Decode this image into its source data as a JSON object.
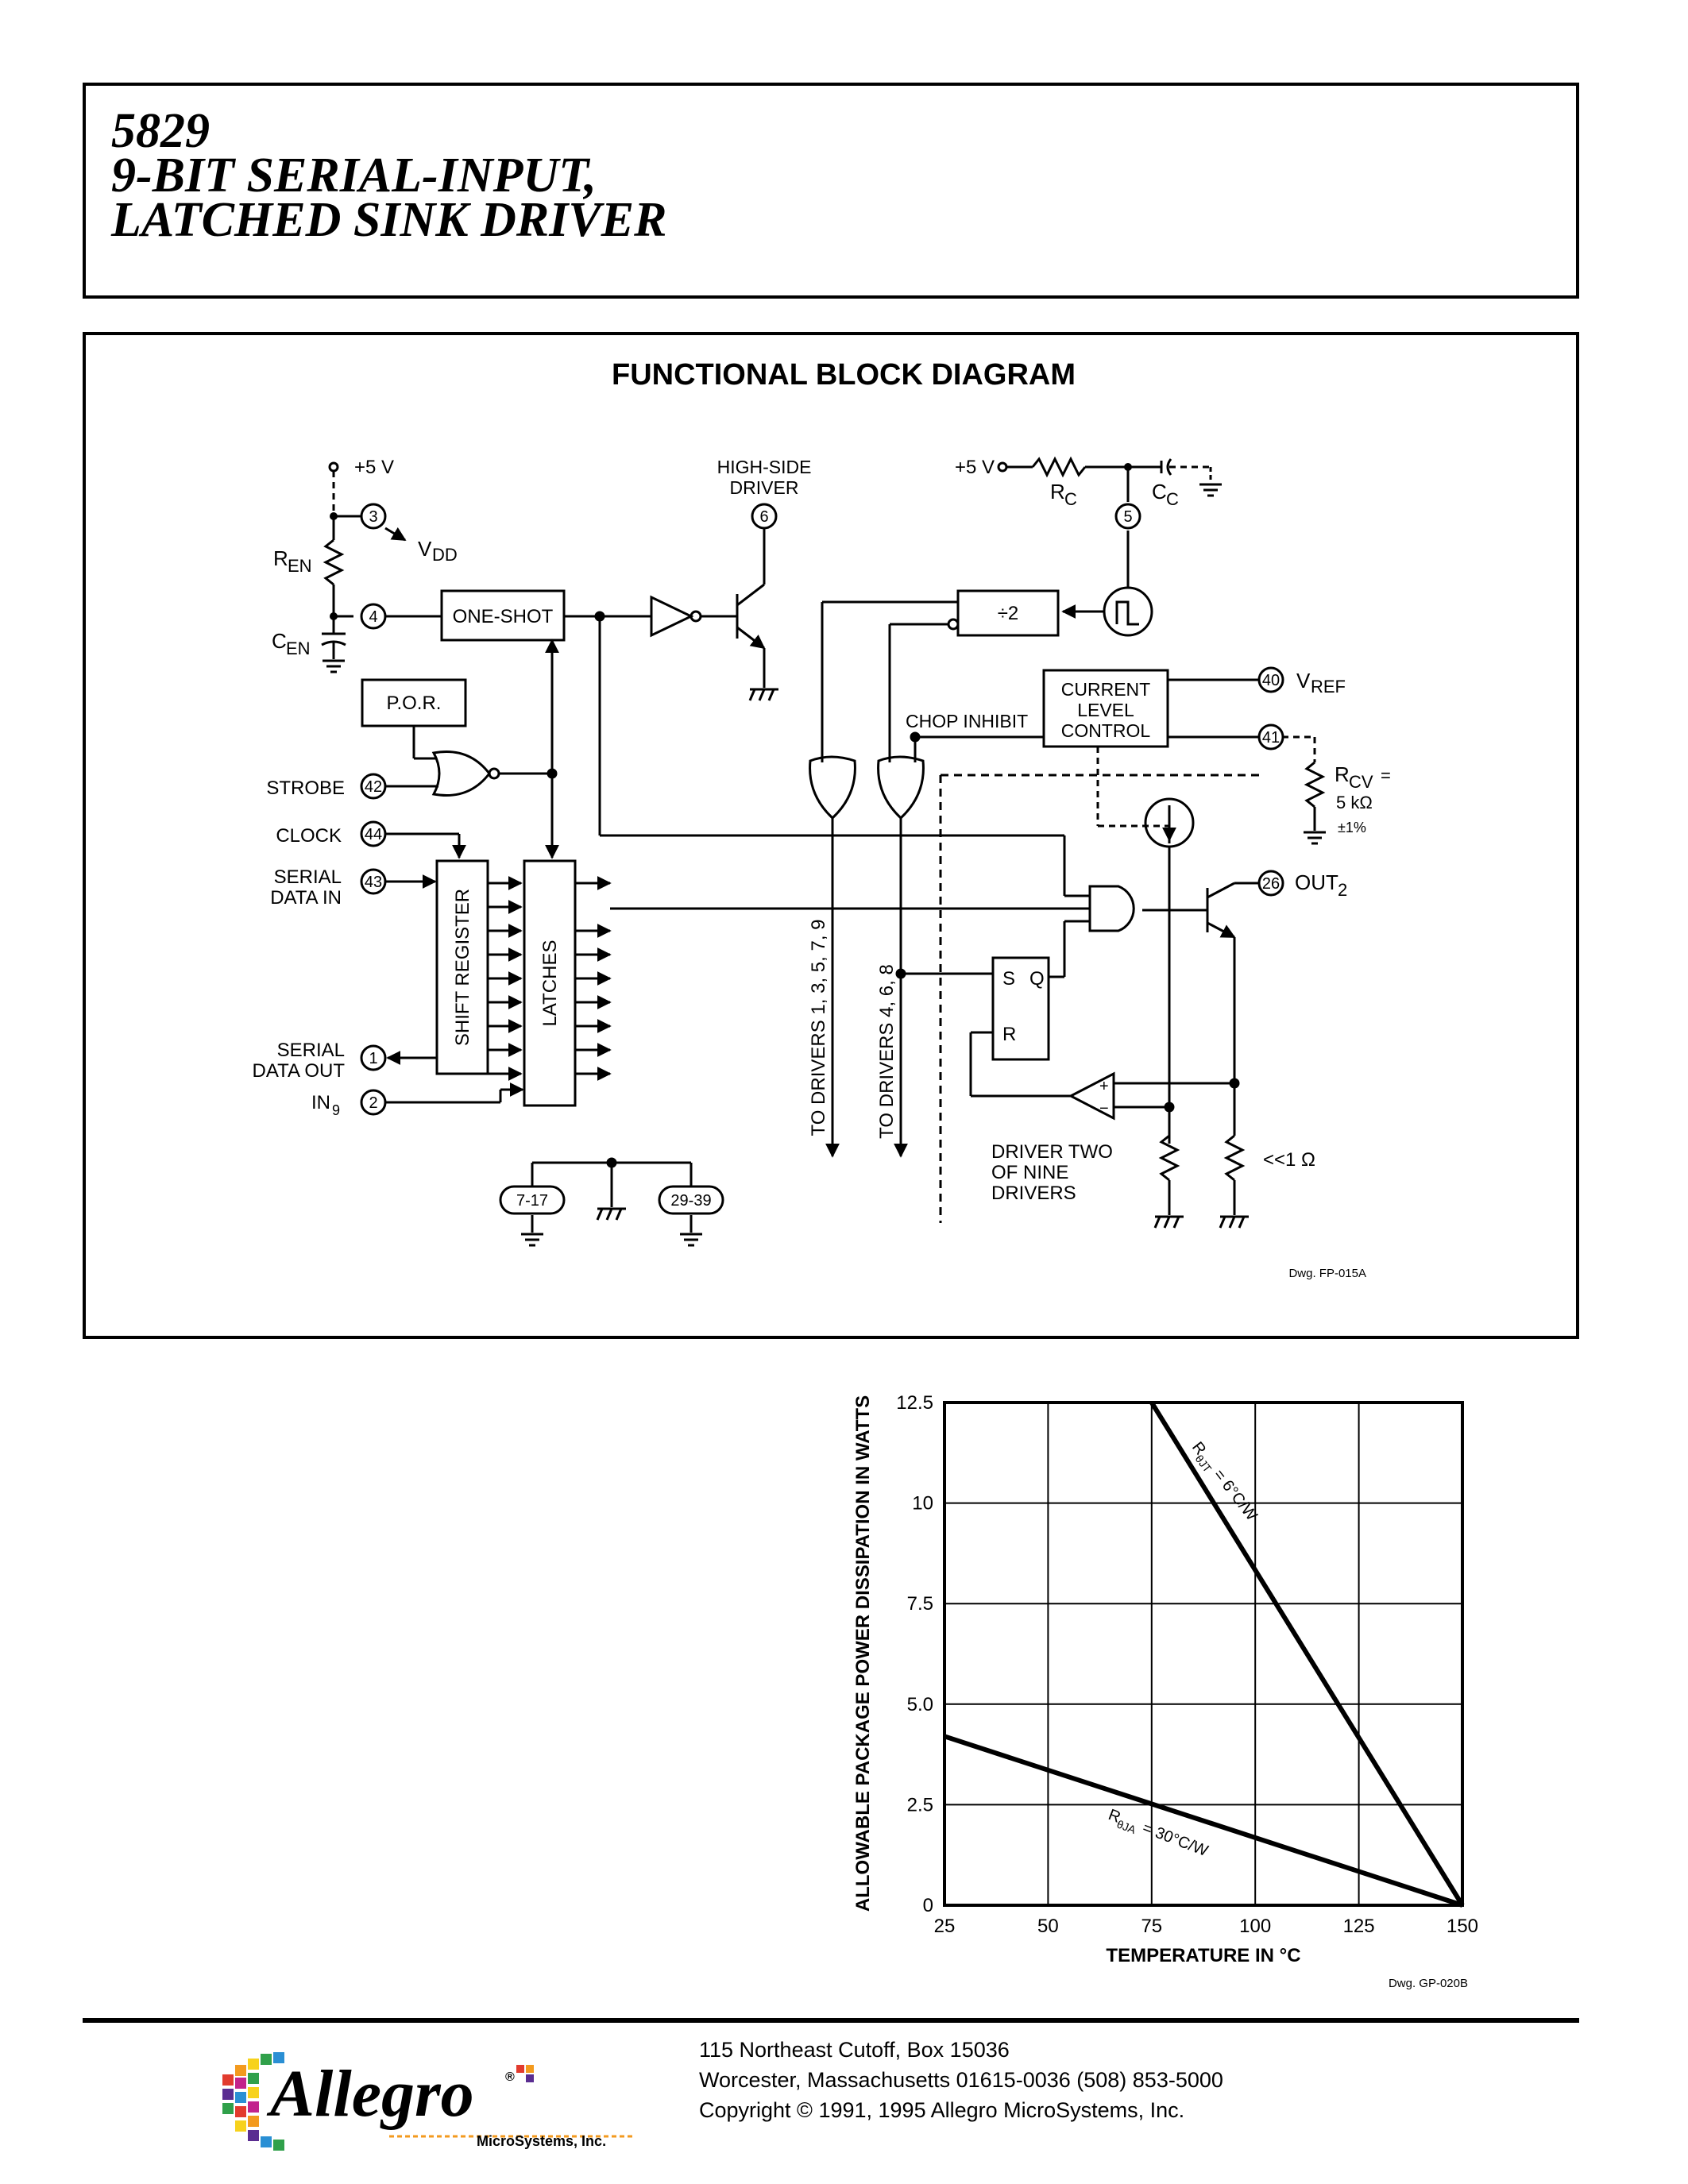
{
  "header": {
    "part_number": "5829",
    "title_line1": "9-BIT SERIAL-INPUT,",
    "title_line2": "LATCHED SINK DRIVER"
  },
  "block_diagram": {
    "title": "FUNCTIONAL BLOCK DIAGRAM",
    "dwg": "Dwg. FP-015A",
    "supply_left": "+5 V",
    "supply_right": "+5 V",
    "pins": {
      "p3": "3",
      "p4": "4",
      "p6": "6",
      "p5": "5",
      "p40": "40",
      "p41": "41",
      "p42": "42",
      "p44": "44",
      "p43": "43",
      "p1": "1",
      "p2": "2",
      "p26": "26",
      "p7_17": "7-17",
      "p29_39": "29-39"
    },
    "labels": {
      "ren_main": "R",
      "ren_sub": "EN",
      "cen_main": "C",
      "cen_sub": "EN",
      "vdd_main": "V",
      "vdd_sub": "DD",
      "rc_main": "R",
      "rc_sub": "C",
      "cc_main": "C",
      "cc_sub": "C",
      "vref_main": "V",
      "vref_sub": "REF",
      "rcv_main": "R",
      "rcv_sub": "CV",
      "rcv_eq": "=",
      "rcv_val": "5 kΩ",
      "rcv_tol": "±1%",
      "out_main": "OUT",
      "out_sub": "2",
      "in_main": "IN",
      "in_sub": "9",
      "high_side_1": "HIGH-SIDE",
      "high_side_2": "DRIVER",
      "one_shot": "ONE-SHOT",
      "por": "P.O.R.",
      "div2": "÷2",
      "clc_1": "CURRENT",
      "clc_2": "LEVEL",
      "clc_3": "CONTROL",
      "chop_inhibit": "CHOP INHIBIT",
      "strobe": "STROBE",
      "clock": "CLOCK",
      "serial_in_1": "SERIAL",
      "serial_in_2": "DATA IN",
      "serial_out_1": "SERIAL",
      "serial_out_2": "DATA OUT",
      "shift_register": "SHIFT REGISTER",
      "latches": "LATCHES",
      "to_drivers_odd": "TO DRIVERS 1, 3, 5, 7, 9",
      "to_drivers_even": "TO DRIVERS 4, 6, 8",
      "ff_s": "S",
      "ff_q": "Q",
      "ff_r": "R",
      "amp_plus": "+",
      "amp_minus": "−",
      "driver_two_1": "DRIVER TWO",
      "driver_two_2": "OF NINE",
      "driver_two_3": "DRIVERS",
      "sense": "<<1 Ω"
    }
  },
  "chart_data": {
    "type": "line",
    "title": "",
    "xlabel": "TEMPERATURE IN °C",
    "ylabel": "ALLOWABLE PACKAGE POWER DISSIPATION IN WATTS",
    "xlim": [
      25,
      150
    ],
    "ylim": [
      0,
      12.5
    ],
    "x_ticks": [
      "25",
      "50",
      "75",
      "100",
      "125",
      "150"
    ],
    "y_ticks": [
      "0",
      "2.5",
      "5.0",
      "7.5",
      "10",
      "12.5"
    ],
    "grid": true,
    "dwg": "Dwg. GP-020B",
    "series": [
      {
        "name": "RθJT = 6°C/W",
        "x": [
          75,
          150
        ],
        "y": [
          12.5,
          0
        ]
      },
      {
        "name": "RθJA = 30°C/W",
        "x": [
          25,
          150
        ],
        "y": [
          4.2,
          0
        ]
      }
    ],
    "annotations": {
      "jt_main": "R",
      "jt_sub": "θJT",
      "jt_rest": " = 6°C/W",
      "ja_main": "R",
      "ja_sub": "θJA",
      "ja_rest": " = 30°C/W"
    }
  },
  "footer": {
    "logo_text": "Allegro",
    "logo_sub": "MicroSystems, Inc.",
    "logo_reg": "®",
    "address_1": "115 Northeast Cutoff, Box 15036",
    "address_2": "Worcester, Massachusetts 01615-0036  (508) 853-5000",
    "address_3": "Copyright © 1991, 1995 Allegro MicroSystems, Inc."
  }
}
